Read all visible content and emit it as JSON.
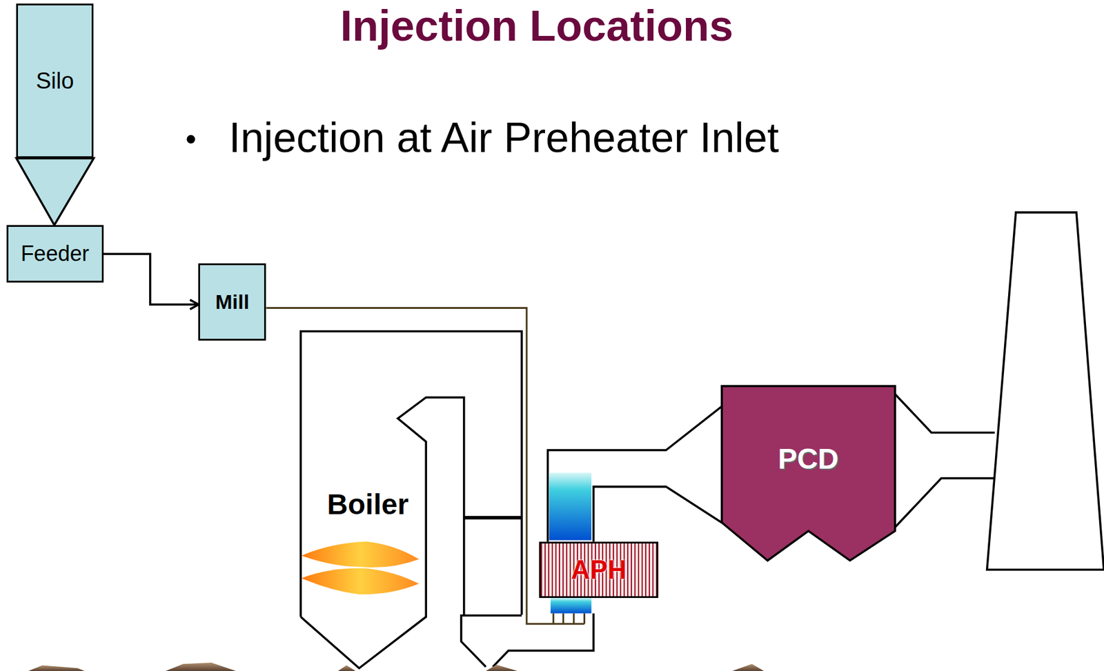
{
  "diagram": {
    "title": "Injection Locations",
    "nodes": [
      {
        "text": [
          "Silo"
        ]
      },
      {
        "text": [
          "Feeder"
        ]
      },
      {
        "text": [
          "Mill"
        ]
      },
      {
        "text": [
          "Boiler"
        ]
      },
      {
        "text": [
          "APH"
        ]
      },
      {
        "text": [
          "PCD"
        ]
      }
    ],
    "edges": [
      {
        "from": 0,
        "to": 1,
        "arrow": "none"
      },
      {
        "from": 1,
        "to": 2,
        "arrow": "to"
      },
      {
        "from": 2,
        "to": 4,
        "arrow": "none"
      }
    ],
    "labels": [
      "Injection at Air Preheater Inlet"
    ]
  }
}
